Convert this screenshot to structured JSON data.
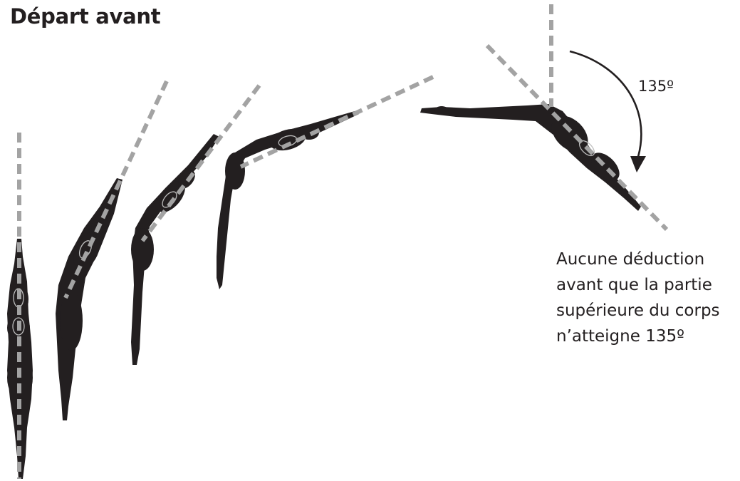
{
  "title": "Départ avant",
  "angle_label": "135º",
  "note": {
    "lines": [
      "Aucune déduction",
      "avant que la partie",
      "supérieure du corps",
      "n’atteigne 135º"
    ]
  },
  "colors": {
    "silhouette": "#231f20",
    "reference_line": "#a3a3a3",
    "text": "#231f20"
  },
  "figure_count": 5,
  "reference_angle_degrees": 135
}
